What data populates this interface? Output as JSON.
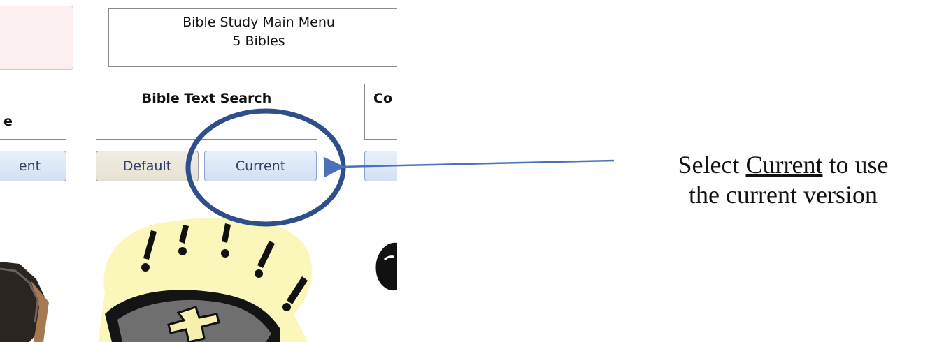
{
  "window": {
    "title_line1": "Bible Study Main Menu",
    "title_line2": "5 Bibles"
  },
  "panels": {
    "left_label_fragment": "e",
    "center_label": "Bible Text Search",
    "right_label_fragment": "Co"
  },
  "buttons": {
    "left_fragment": "ent",
    "default": "Default",
    "current": "Current"
  },
  "annotation": {
    "prefix": "Select",
    "highlight": "Current",
    "line1_suffix": "to use",
    "line2": "the current version"
  },
  "colors": {
    "circle": "#2e4f8c",
    "arrow": "#4a72b8",
    "bible_glow": "#fbf6b9"
  }
}
